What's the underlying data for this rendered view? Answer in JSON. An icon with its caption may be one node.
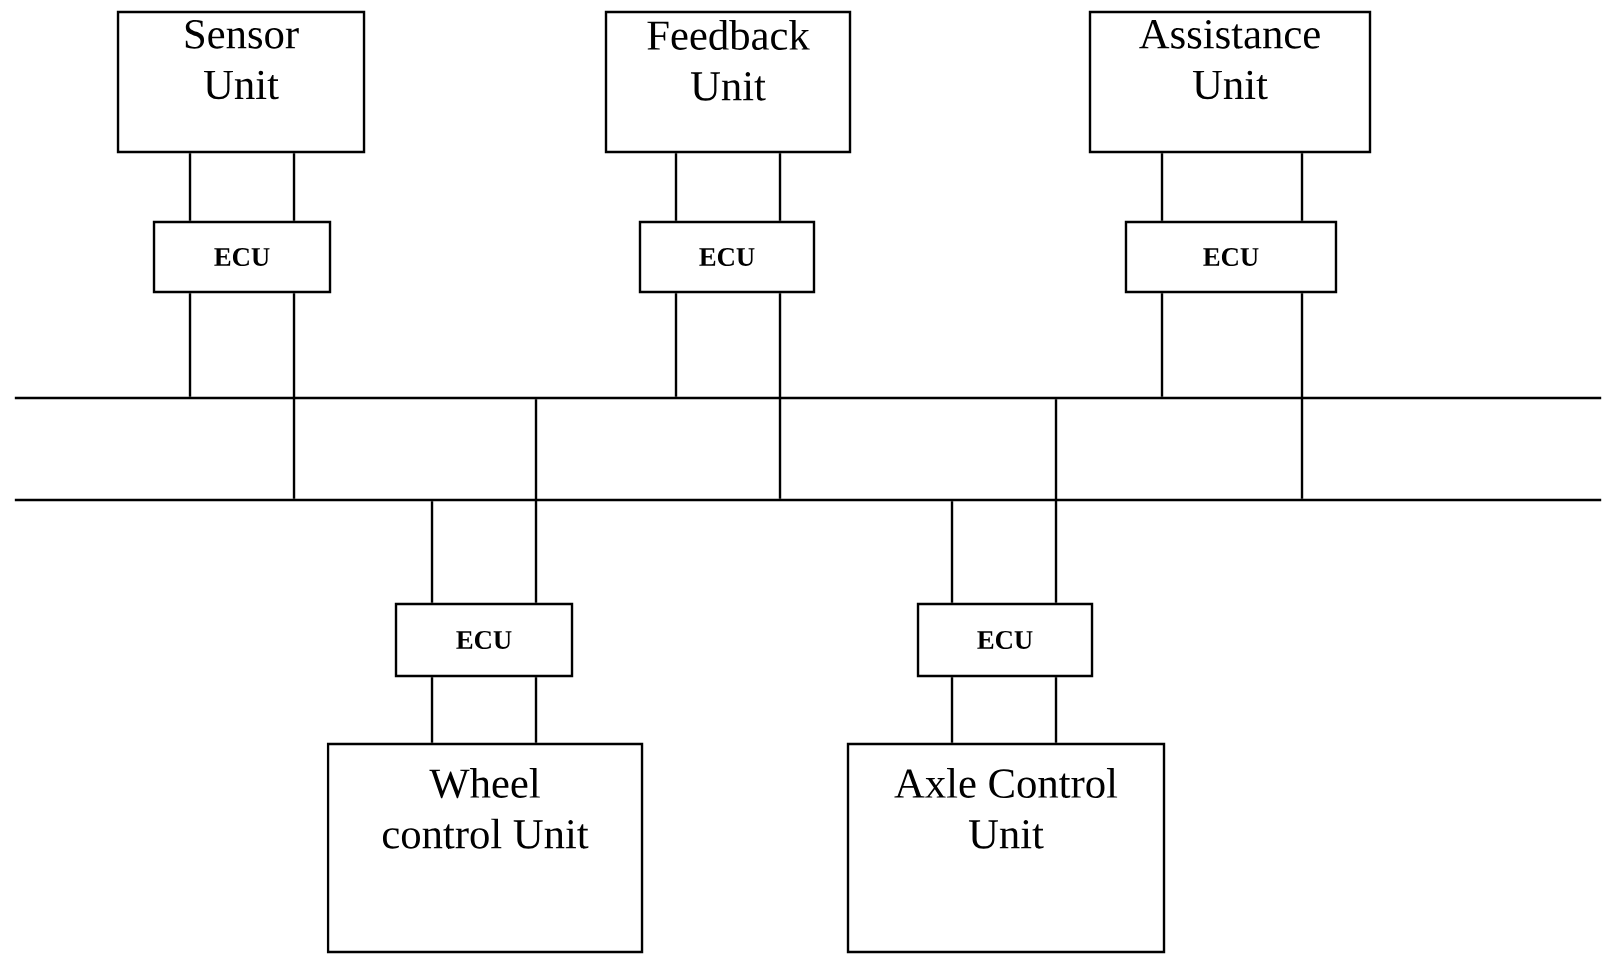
{
  "diagram": {
    "nodes": [
      {
        "text": [
          "Sensor Unit"
        ]
      },
      {
        "text": [
          "Feedback Unit"
        ]
      },
      {
        "text": [
          "Assistance Unit"
        ]
      },
      {
        "text": [
          "ECU"
        ]
      },
      {
        "text": [
          "ECU"
        ]
      },
      {
        "text": [
          "ECU"
        ]
      },
      {
        "text": [],
        "shape": "bar"
      },
      {
        "text": [],
        "shape": "bar"
      },
      {
        "text": [
          "ECU"
        ]
      },
      {
        "text": [
          "ECU"
        ]
      },
      {
        "text": [
          "Wheel control Unit"
        ]
      },
      {
        "text": [
          "Axle Control Unit"
        ]
      }
    ],
    "edges": [
      {
        "from": 0,
        "to": 3,
        "arrow": "none"
      },
      {
        "from": 0,
        "to": 3,
        "arrow": "none"
      },
      {
        "from": 3,
        "to": 6,
        "arrow": "none"
      },
      {
        "from": 3,
        "to": 7,
        "arrow": "none"
      },
      {
        "from": 1,
        "to": 4,
        "arrow": "none"
      },
      {
        "from": 1,
        "to": 4,
        "arrow": "none"
      },
      {
        "from": 4,
        "to": 6,
        "arrow": "none"
      },
      {
        "from": 4,
        "to": 7,
        "arrow": "none"
      },
      {
        "from": 2,
        "to": 5,
        "arrow": "none"
      },
      {
        "from": 2,
        "to": 5,
        "arrow": "none"
      },
      {
        "from": 5,
        "to": 6,
        "arrow": "none"
      },
      {
        "from": 5,
        "to": 7,
        "arrow": "none"
      },
      {
        "from": 6,
        "to": 8,
        "arrow": "none"
      },
      {
        "from": 7,
        "to": 8,
        "arrow": "none"
      },
      {
        "from": 8,
        "to": 10,
        "arrow": "none"
      },
      {
        "from": 8,
        "to": 10,
        "arrow": "none"
      },
      {
        "from": 6,
        "to": 9,
        "arrow": "none"
      },
      {
        "from": 7,
        "to": 9,
        "arrow": "none"
      },
      {
        "from": 9,
        "to": 11,
        "arrow": "none"
      },
      {
        "from": 9,
        "to": 11,
        "arrow": "none"
      }
    ]
  }
}
